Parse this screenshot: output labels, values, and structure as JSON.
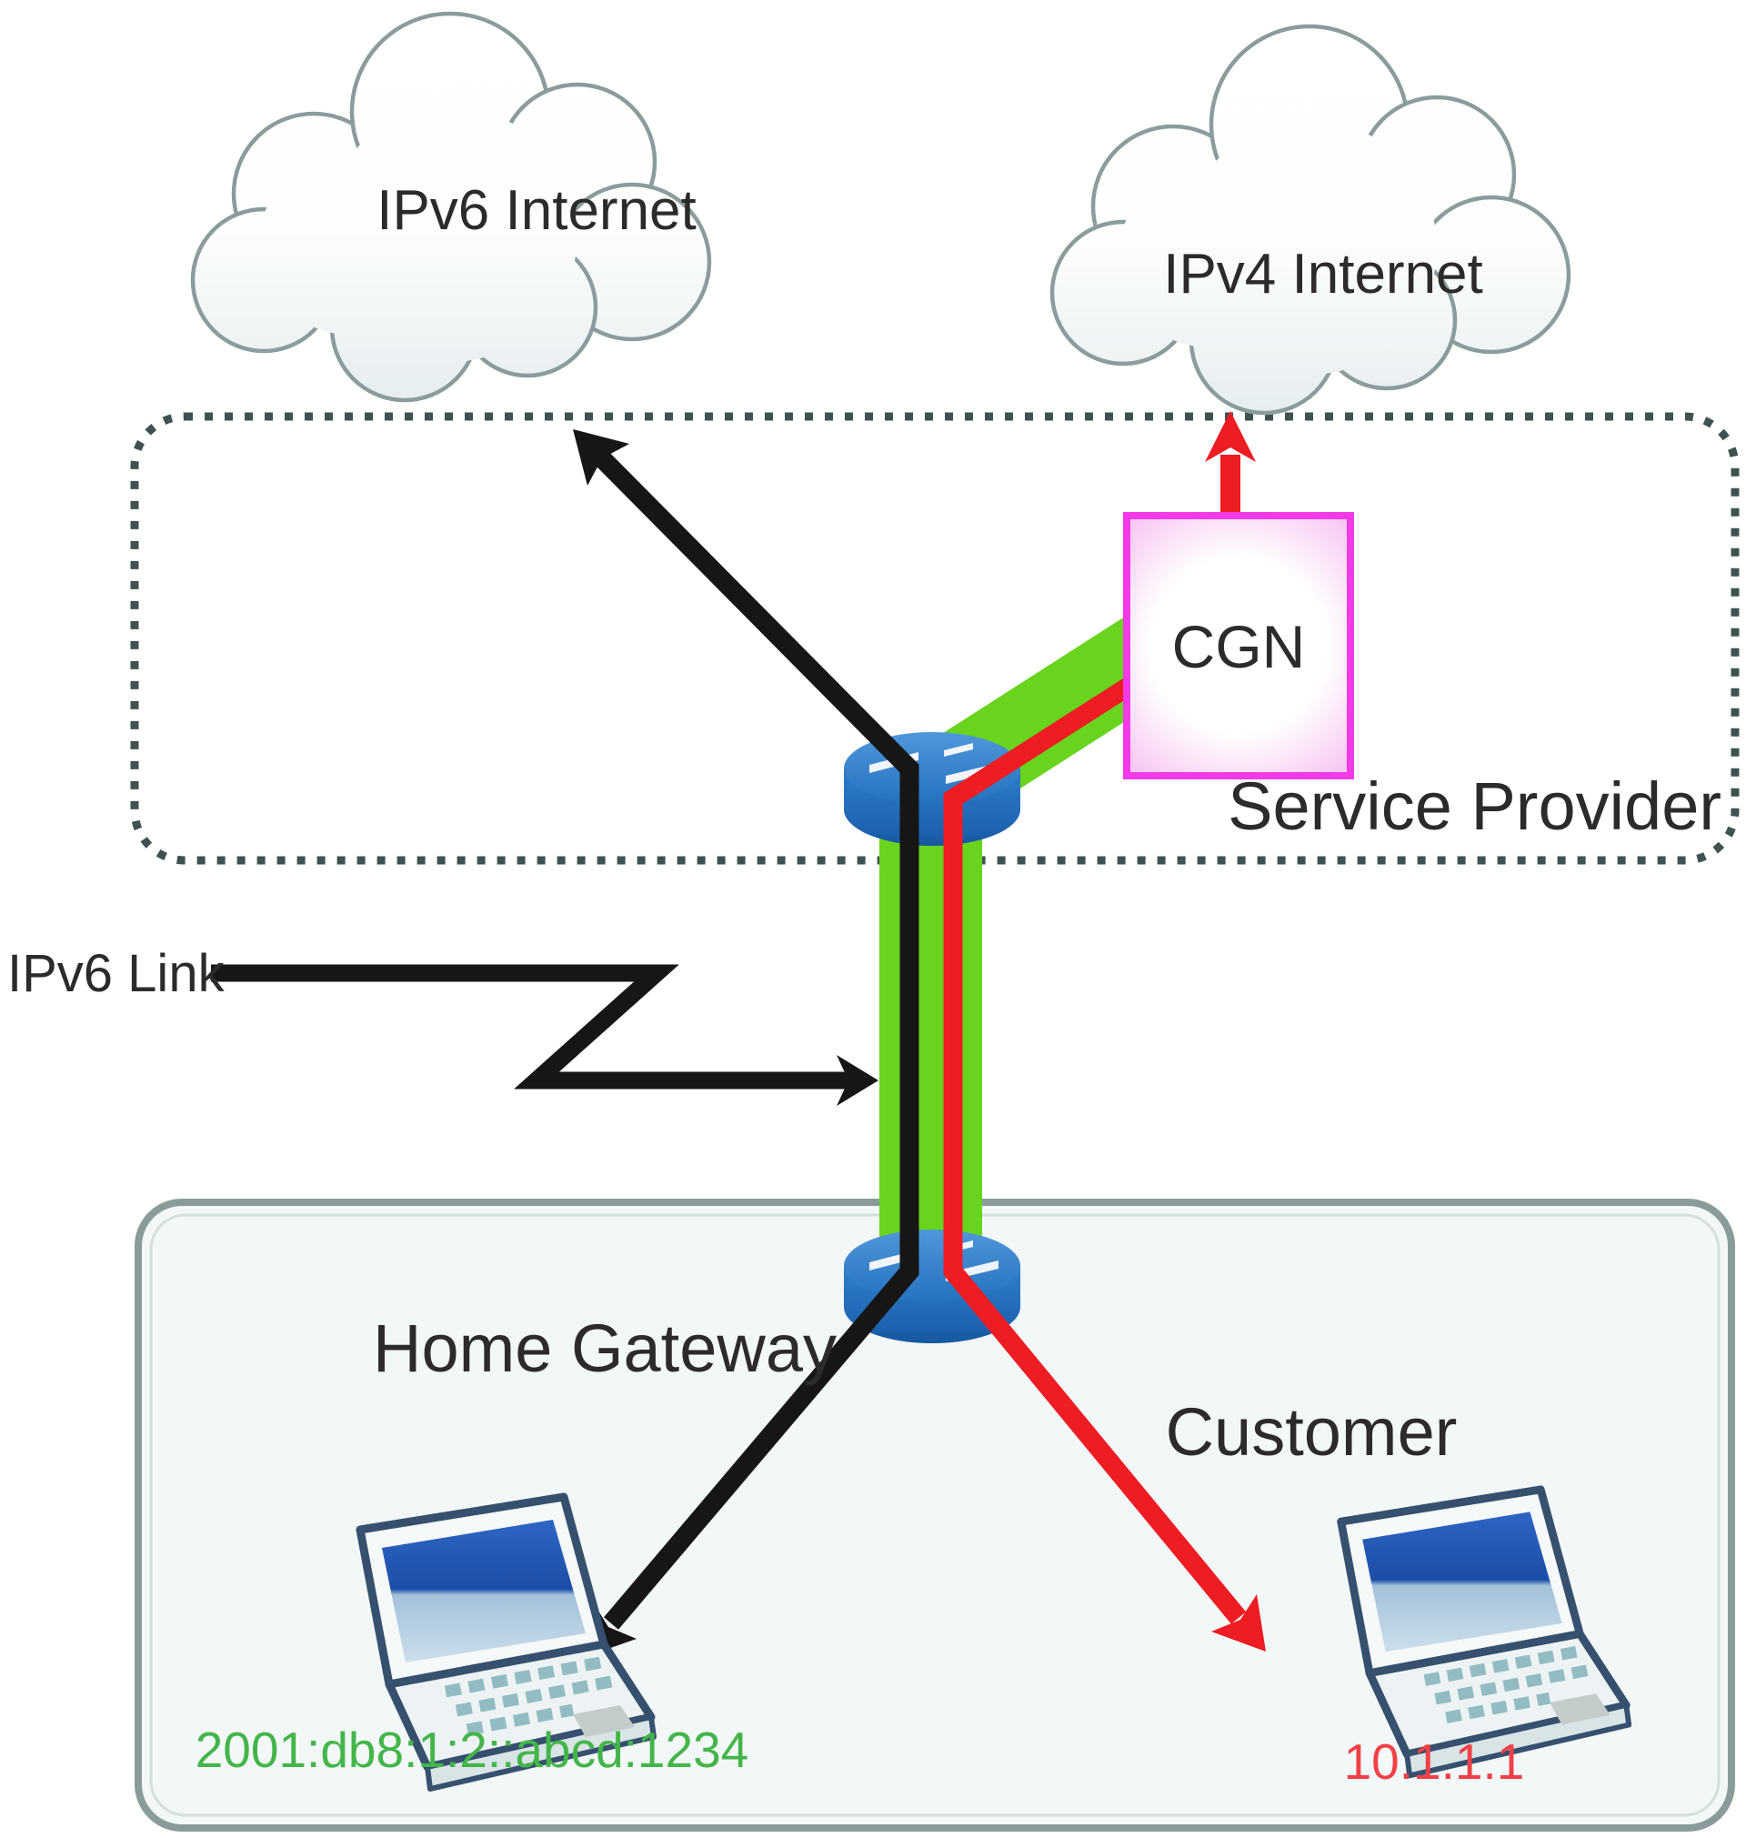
{
  "clouds": {
    "ipv6_label": "IPv6 Internet",
    "ipv4_label": "IPv4 Internet"
  },
  "service_provider": {
    "zone_label": "Service Provider",
    "cgn_label": "CGN"
  },
  "access_link": {
    "label": "IPv6 Link"
  },
  "home": {
    "gateway_label": "Home Gateway",
    "customer_label": "Customer",
    "ipv6_host_address": "2001:db8:1:2::abcd:1234",
    "ipv4_host_address": "10.1.1.1"
  },
  "colors": {
    "tunnel_green": "#68d41e",
    "ipv4_red": "#ee1c23",
    "ipv6_black": "#161616",
    "router_blue": "#2273c4",
    "cgn_border": "#f23ae6",
    "cloud_outline": "#8a9c9c",
    "zone_dash": "#3e5351",
    "home_fill": "#f2f7f7",
    "home_border": "#8a9c9a",
    "ipv6_address_green": "#44b549",
    "ipv4_address_red": "#ef4146",
    "label_dark": "#2b2b2b"
  }
}
